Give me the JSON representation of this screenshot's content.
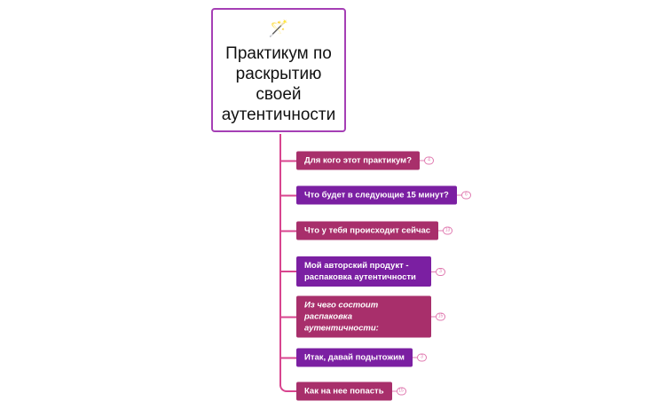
{
  "root": {
    "icon": "magic-wand-icon",
    "title": "Практикум по раскрытию своей аутентичности",
    "border_color": "#a53fb5"
  },
  "colors": {
    "magenta": "#a82f6b",
    "purple": "#7b1fa2",
    "connector": "#d8458f"
  },
  "nodes": [
    {
      "label": "Для кого этот практикум?",
      "badge": "4",
      "color": "magenta"
    },
    {
      "label": "Что будет в следующие 15 минут?",
      "badge": "6",
      "color": "purple"
    },
    {
      "label": "Что у тебя происходит сейчас",
      "badge": "13",
      "color": "magenta"
    },
    {
      "label": "Мой авторский продукт - распаковка аутентичности",
      "badge": "3",
      "color": "purple"
    },
    {
      "label": "Из чего состоит распаковка аутентичности:",
      "badge": "15",
      "color": "magenta",
      "italic": true
    },
    {
      "label": "Итак, давай подытожим",
      "badge": "3",
      "color": "purple"
    },
    {
      "label": "Как на нее попасть",
      "badge": "15",
      "color": "magenta"
    }
  ]
}
